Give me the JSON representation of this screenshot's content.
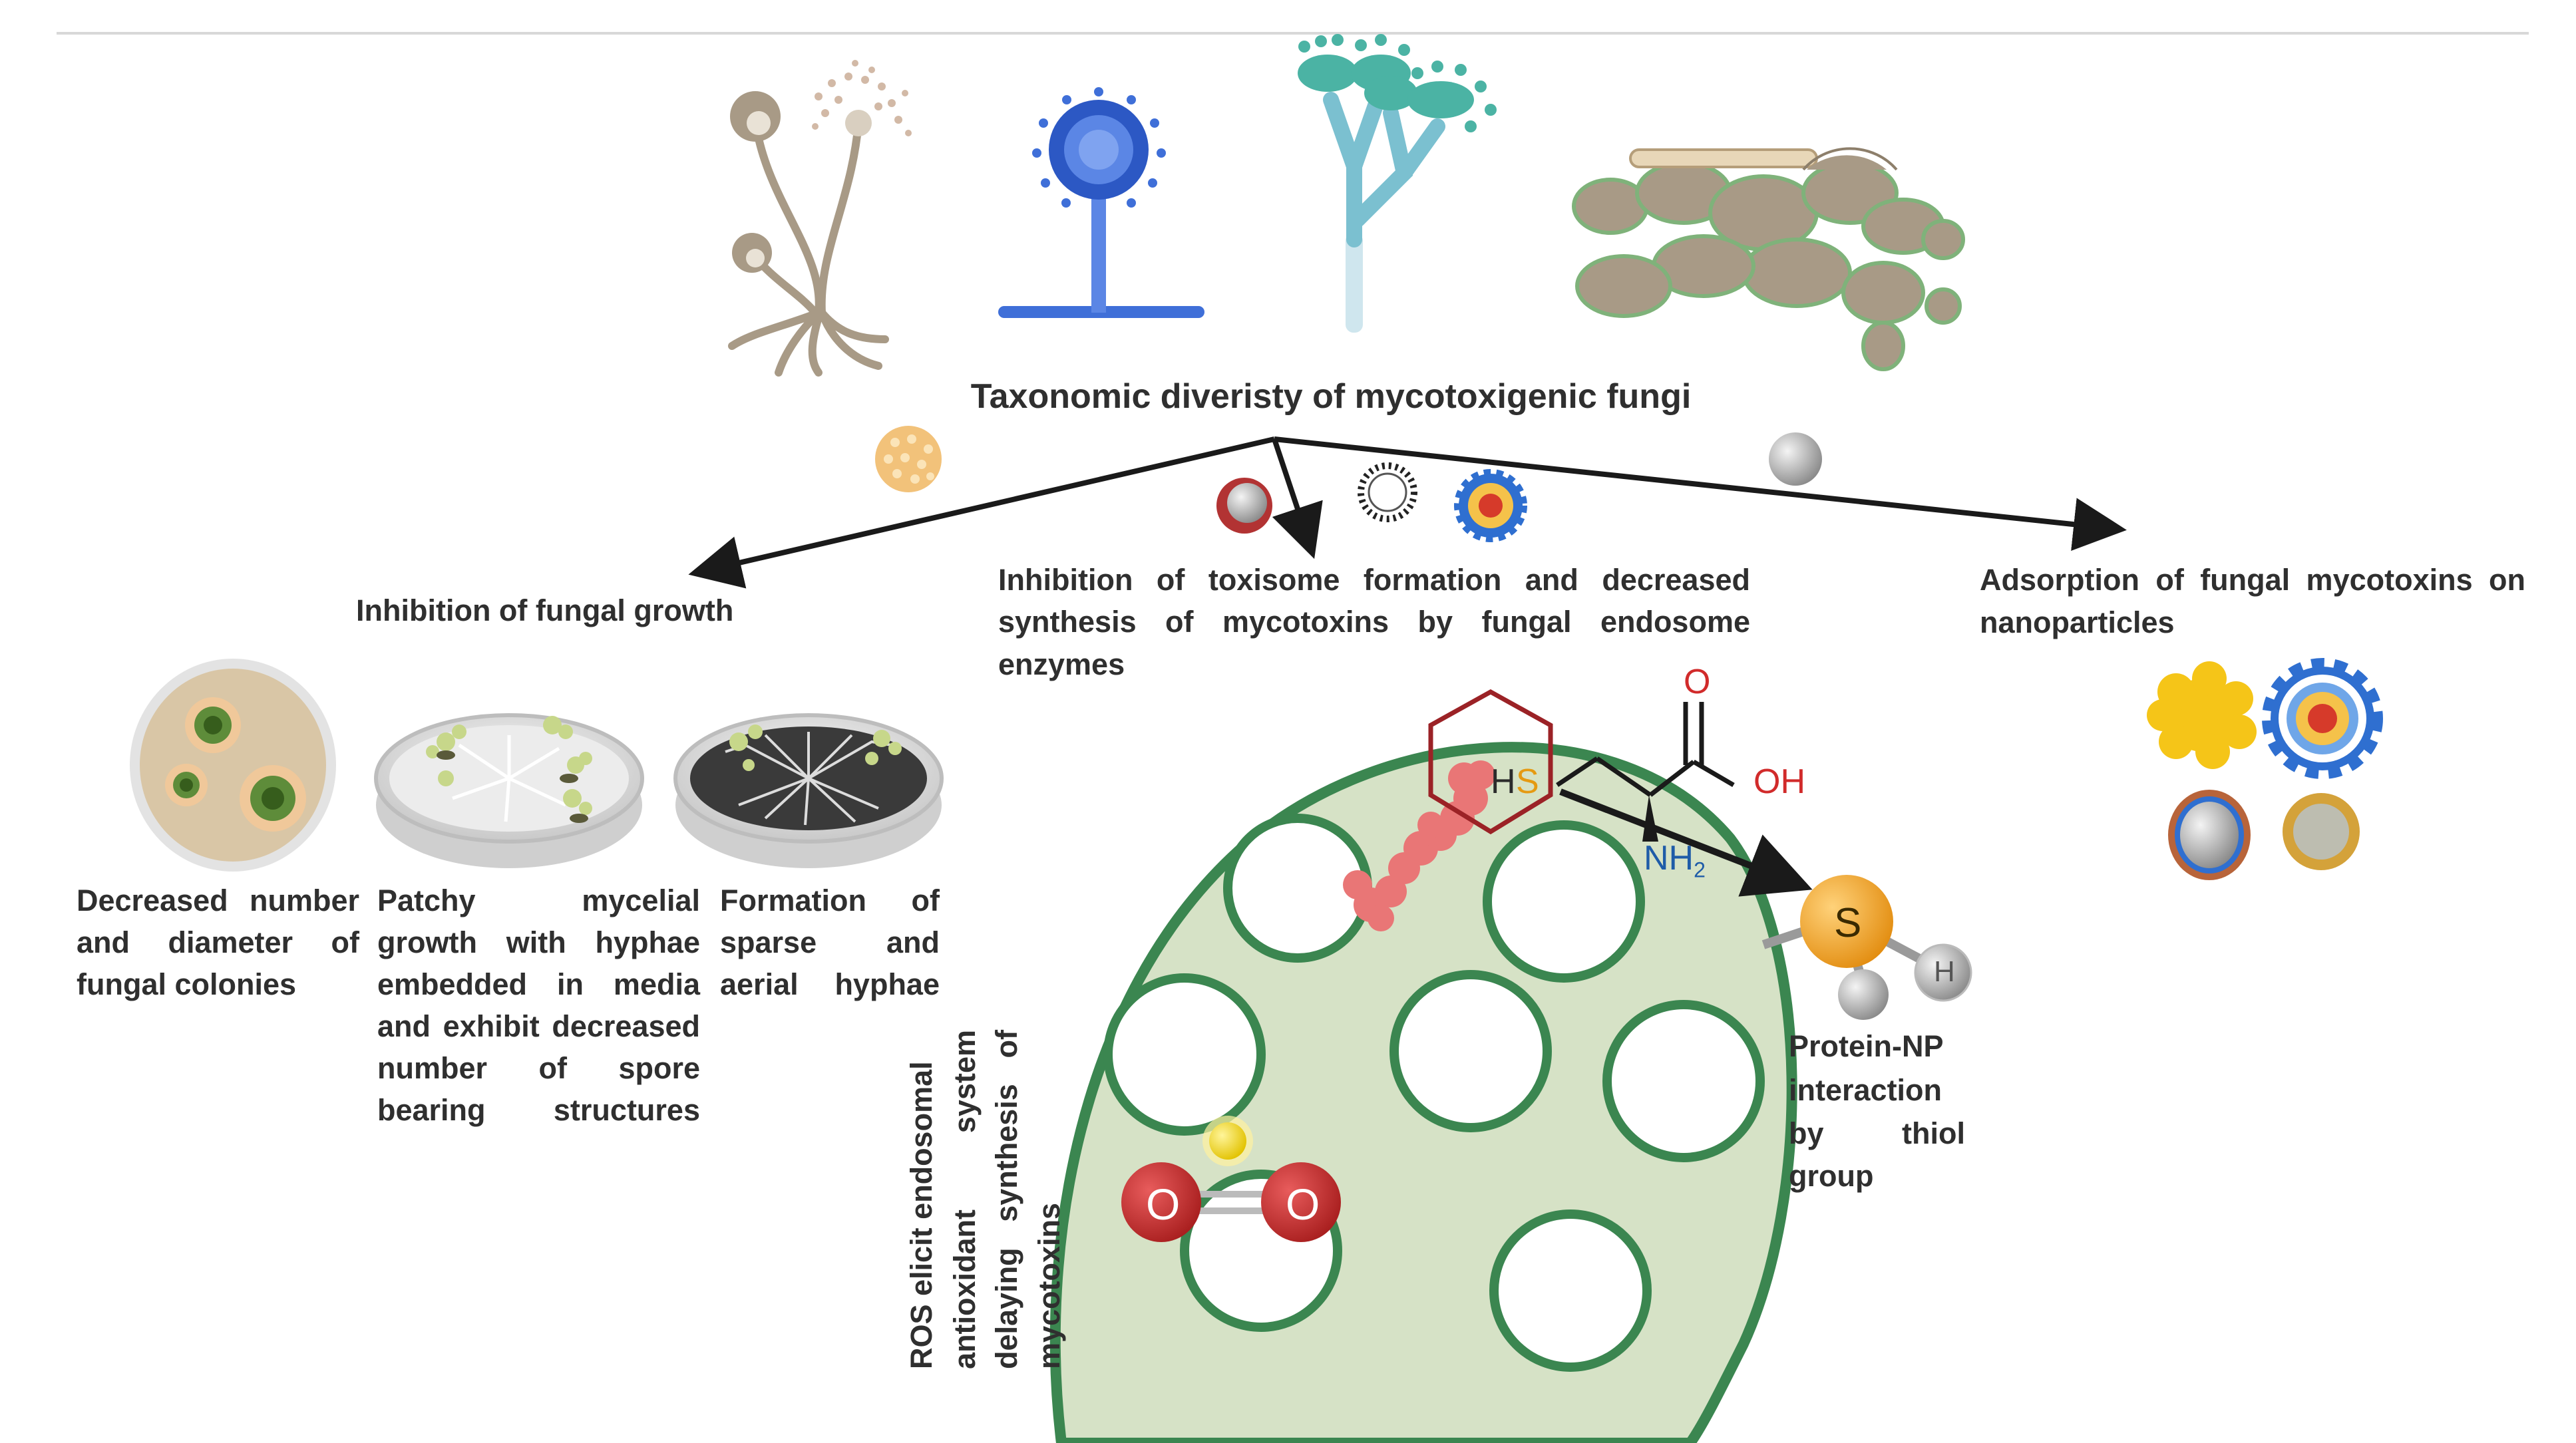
{
  "title": "Taxonomic diveristy of mycotoxigenic fungi",
  "headings": {
    "growth": "Inhibition of fungal growth",
    "toxisome_line1": "Inhibition of toxisome formation and decreased",
    "toxisome_line2": "synthesis of mycotoxins by fungal endosome",
    "toxisome_line3": "enzymes",
    "adsorption_line1": "Adsorption of fungal mycotoxins on",
    "adsorption_line2": "nanoparticles"
  },
  "captions": {
    "colonies": [
      "Decreased number",
      "and diameter of",
      "fungal colonies"
    ],
    "patchy": [
      "Patchy mycelial",
      "growth with hyphae",
      "embedded in media",
      "and exhibit decreased",
      "number of spore",
      "bearing structures"
    ],
    "sparse": [
      "Formation of",
      "sparse and",
      "aerial hyphae"
    ],
    "protein": [
      "Protein-NP",
      "interaction",
      "by thiol",
      "group"
    ],
    "ros": [
      "ROS elicit endosomal",
      "antioxidant system",
      "delaying synthesis of",
      "mycotoxins"
    ]
  },
  "molecule": {
    "o_top": "O",
    "oh": "OH",
    "hs_h": "H",
    "hs_s": "S",
    "nh": "NH",
    "nh_sub": "2",
    "sulfur": "S",
    "hydrogen": "H",
    "oxygen_left": "O",
    "oxygen_right": "O"
  },
  "colors": {
    "fungus_brown": "#a89a86",
    "penicillium_teal": "#4bb3a4",
    "aspergillus_blue": "#3f6fd8",
    "vesicle_fill": "#d6e2c6",
    "vesicle_stroke": "#3b8650",
    "enzyme_pink": "#e97676",
    "hexagon_red": "#9b2226",
    "sulfur_orange": "#f5a623",
    "oxygen_red": "#c62f2f"
  }
}
